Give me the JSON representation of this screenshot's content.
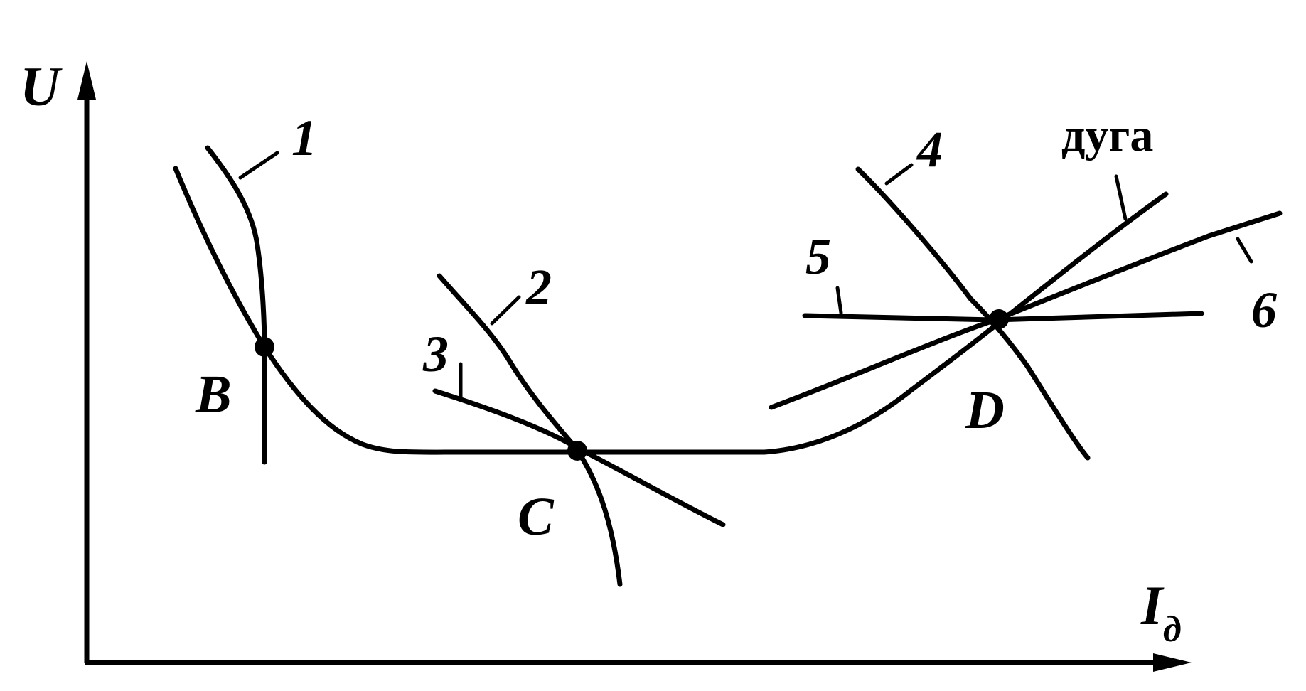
{
  "diagram": {
    "axes": {
      "y_label": "U",
      "x_label_main": "I",
      "x_label_sub": "д"
    },
    "curve_labels": {
      "c1": "1",
      "c2": "2",
      "c3": "3",
      "c4": "4",
      "c5": "5",
      "c6": "6",
      "arc": "дуга"
    },
    "point_labels": {
      "B": "B",
      "C": "C",
      "D": "D"
    },
    "colors": {
      "stroke": "#000000",
      "background": "#ffffff"
    }
  }
}
